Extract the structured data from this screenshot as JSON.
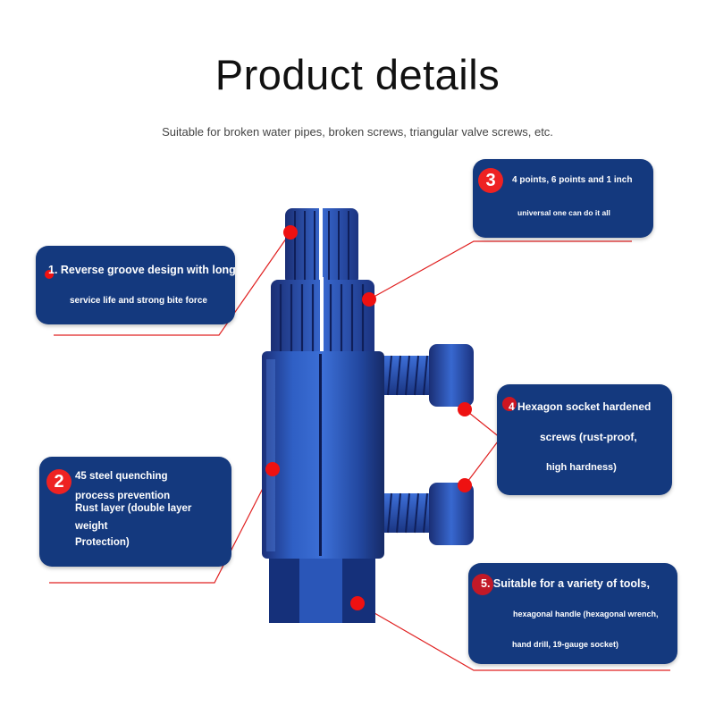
{
  "header": {
    "title": "Product details",
    "subtitle": "Suitable for broken water pipes, broken screws, triangular valve screws, etc."
  },
  "colors": {
    "card": "#14397e",
    "accent": "#ee1111",
    "tool": "#2447a3"
  },
  "callouts": {
    "c1": {
      "line1": "1. Reverse groove design with long",
      "line2": "service life and strong bite force"
    },
    "c2": {
      "badge": "2",
      "line1": "45 steel quenching",
      "line2": "process prevention",
      "line3": "Rust layer (double layer",
      "line4": "weight",
      "line5": "Protection)"
    },
    "c3": {
      "badge": "3",
      "line1": "4 points, 6 points and 1 inch",
      "line2": "universal one can do it all"
    },
    "c4": {
      "line1": "4 Hexagon socket hardened",
      "line2": "screws (rust-proof,",
      "line3": "high hardness)"
    },
    "c5": {
      "line1": "5. Suitable for a variety of tools,",
      "line2": "hexagonal handle (hexagonal wrench,",
      "line3": "hand drill, 19-gauge socket)"
    }
  }
}
